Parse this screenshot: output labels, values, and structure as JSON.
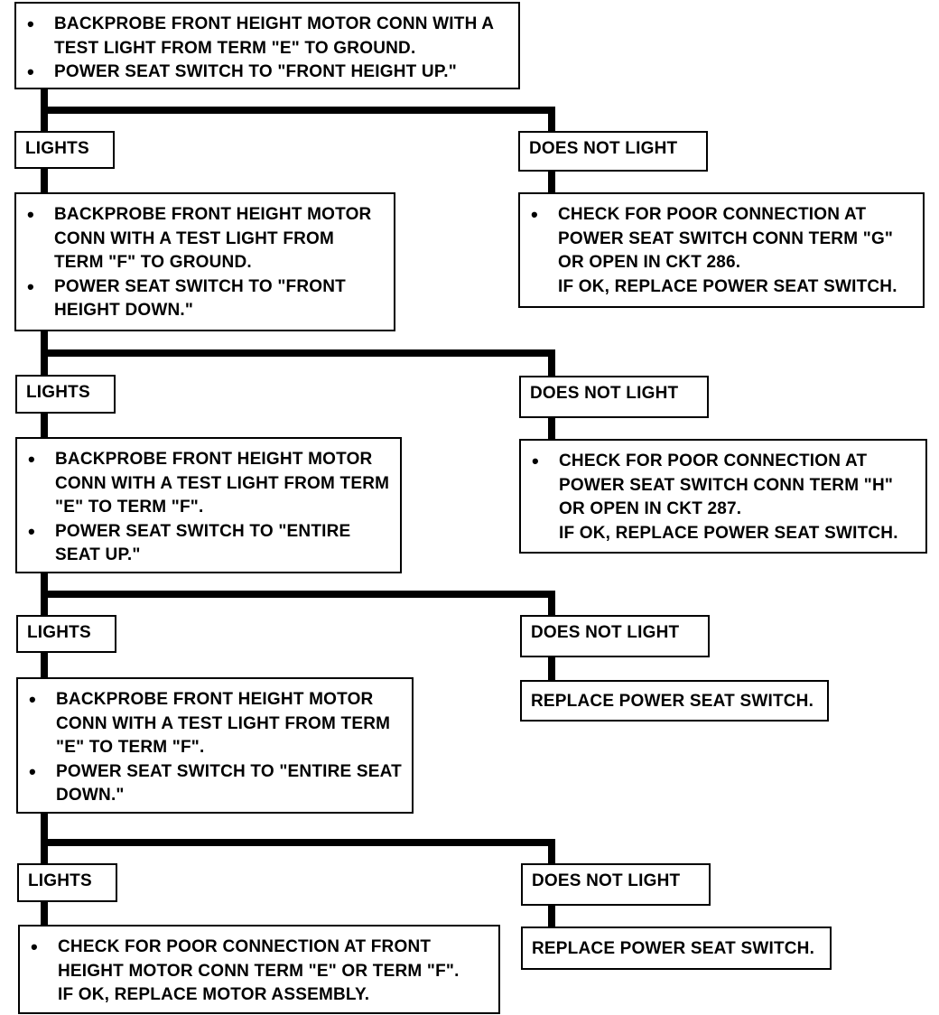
{
  "steps": [
    {
      "id": "step-1",
      "bullets": [
        "BACKPROBE FRONT HEIGHT MOTOR CONN WITH A TEST LIGHT FROM TERM \"E\" TO GROUND.",
        "POWER SEAT SWITCH TO \"FRONT HEIGHT UP.\""
      ]
    },
    {
      "id": "step-2",
      "bullets": [
        "BACKPROBE FRONT HEIGHT MOTOR CONN WITH A TEST LIGHT FROM TERM \"F\" TO GROUND.",
        "POWER SEAT SWITCH TO \"FRONT HEIGHT DOWN.\""
      ]
    },
    {
      "id": "step-3",
      "bullets": [
        "BACKPROBE FRONT HEIGHT MOTOR CONN WITH A TEST LIGHT FROM TERM \"E\" TO TERM \"F\".",
        "POWER SEAT SWITCH TO \"ENTIRE SEAT UP.\""
      ]
    },
    {
      "id": "step-4",
      "bullets": [
        "BACKPROBE FRONT HEIGHT MOTOR CONN WITH A TEST LIGHT FROM TERM \"E\" TO TERM \"F\".",
        "POWER SEAT SWITCH TO \"ENTIRE SEAT DOWN.\""
      ]
    },
    {
      "id": "step-5",
      "bullets": [
        "CHECK FOR POOR CONNECTION AT FRONT HEIGHT MOTOR CONN TERM \"E\" OR TERM \"F\"."
      ],
      "note": "IF OK, REPLACE MOTOR ASSEMBLY."
    }
  ],
  "labels": {
    "lights": "LIGHTS",
    "does_not_light": "DOES NOT LIGHT"
  },
  "results": [
    {
      "id": "result-1",
      "bullets": [
        "CHECK FOR POOR CONNECTION AT POWER SEAT SWITCH CONN TERM \"G\" OR OPEN IN CKT 286."
      ],
      "note": "IF OK, REPLACE POWER SEAT SWITCH."
    },
    {
      "id": "result-2",
      "bullets": [
        "CHECK FOR POOR CONNECTION AT POWER SEAT SWITCH CONN TERM \"H\" OR OPEN IN CKT 287."
      ],
      "note": "IF OK, REPLACE POWER SEAT SWITCH."
    },
    {
      "id": "result-3",
      "text": "REPLACE POWER SEAT SWITCH."
    },
    {
      "id": "result-4",
      "text": "REPLACE POWER SEAT SWITCH."
    }
  ]
}
